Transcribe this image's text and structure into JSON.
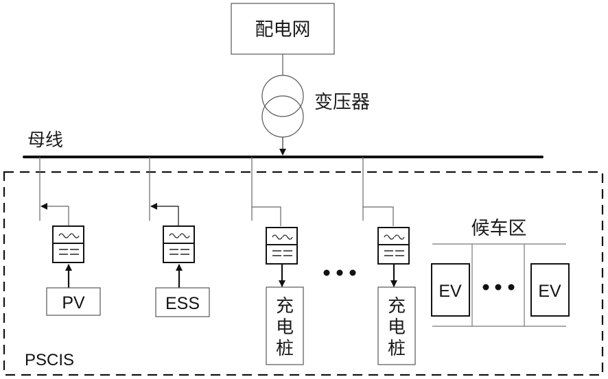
{
  "diagram": {
    "grid": {
      "label": "配电网"
    },
    "transformer": {
      "label": "变压器"
    },
    "bus": {
      "label": "母线"
    },
    "system": {
      "label": "PSCIS"
    },
    "converter": {
      "ac_symbol": "∼∼",
      "dc_symbol": "══"
    },
    "sources": [
      {
        "label": "PV",
        "flow": "to-bus"
      },
      {
        "label": "ESS",
        "flow": "to-bus"
      }
    ],
    "charging_piles": [
      {
        "label_chars": [
          "充",
          "电",
          "桩"
        ],
        "flow": "from-bus"
      },
      {
        "label_chars": [
          "充",
          "电",
          "桩"
        ],
        "flow": "from-bus"
      }
    ],
    "ellipsis": "•••",
    "waiting_area": {
      "label": "候车区",
      "vehicles": [
        {
          "label": "EV"
        },
        {
          "label": "EV"
        }
      ],
      "ellipsis": "•••"
    }
  }
}
